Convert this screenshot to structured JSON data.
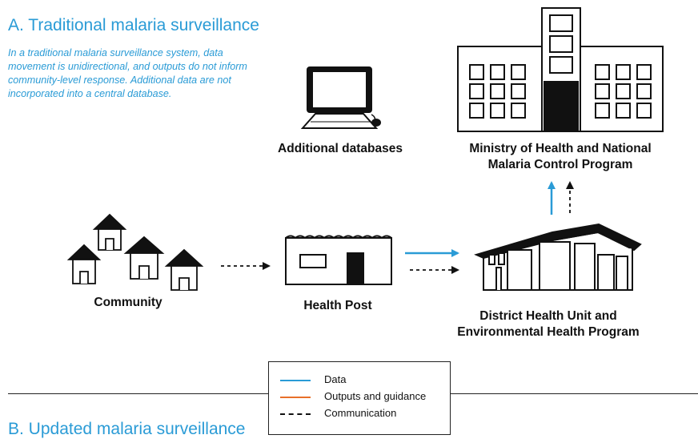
{
  "section_a": {
    "title": "A. Traditional malaria surveillance",
    "description": "In a traditional malaria surveillance system, data movement is unidirectional, and outputs do not inform community-level response. Additional data are not incorporated into a central database."
  },
  "nodes": {
    "additional_databases": "Additional databases",
    "ministry_line1": "Ministry of Health and National",
    "ministry_line2": "Malaria Control Program",
    "community": "Community",
    "health_post": "Health Post",
    "district_line1": "District Health Unit and",
    "district_line2": "Environmental Health Program"
  },
  "legend": {
    "items": [
      {
        "label": "Data",
        "style": "solid",
        "color": "#2a9bd6"
      },
      {
        "label": "Outputs and guidance",
        "style": "solid",
        "color": "#e8702a"
      },
      {
        "label": "Communication",
        "style": "dashed",
        "color": "#111111"
      }
    ]
  },
  "section_b": {
    "title_partial": "B. Updated malaria surveillance"
  },
  "colors": {
    "accent": "#2a9bd6",
    "outputs": "#e8702a",
    "line": "#111111"
  }
}
